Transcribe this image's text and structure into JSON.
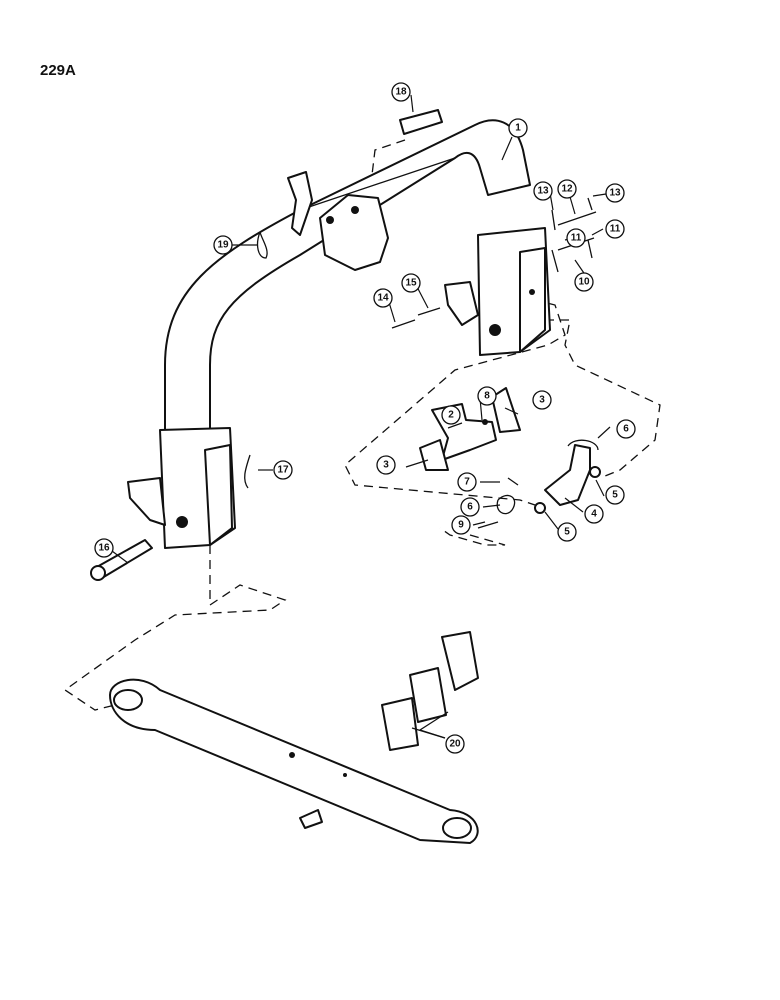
{
  "page_code": "229A",
  "callouts": [
    "1",
    "2",
    "3",
    "3",
    "4",
    "5",
    "5",
    "6",
    "6",
    "7",
    "8",
    "9",
    "10",
    "11",
    "11",
    "12",
    "13",
    "13",
    "14",
    "15",
    "16",
    "17",
    "18",
    "19",
    "20"
  ]
}
